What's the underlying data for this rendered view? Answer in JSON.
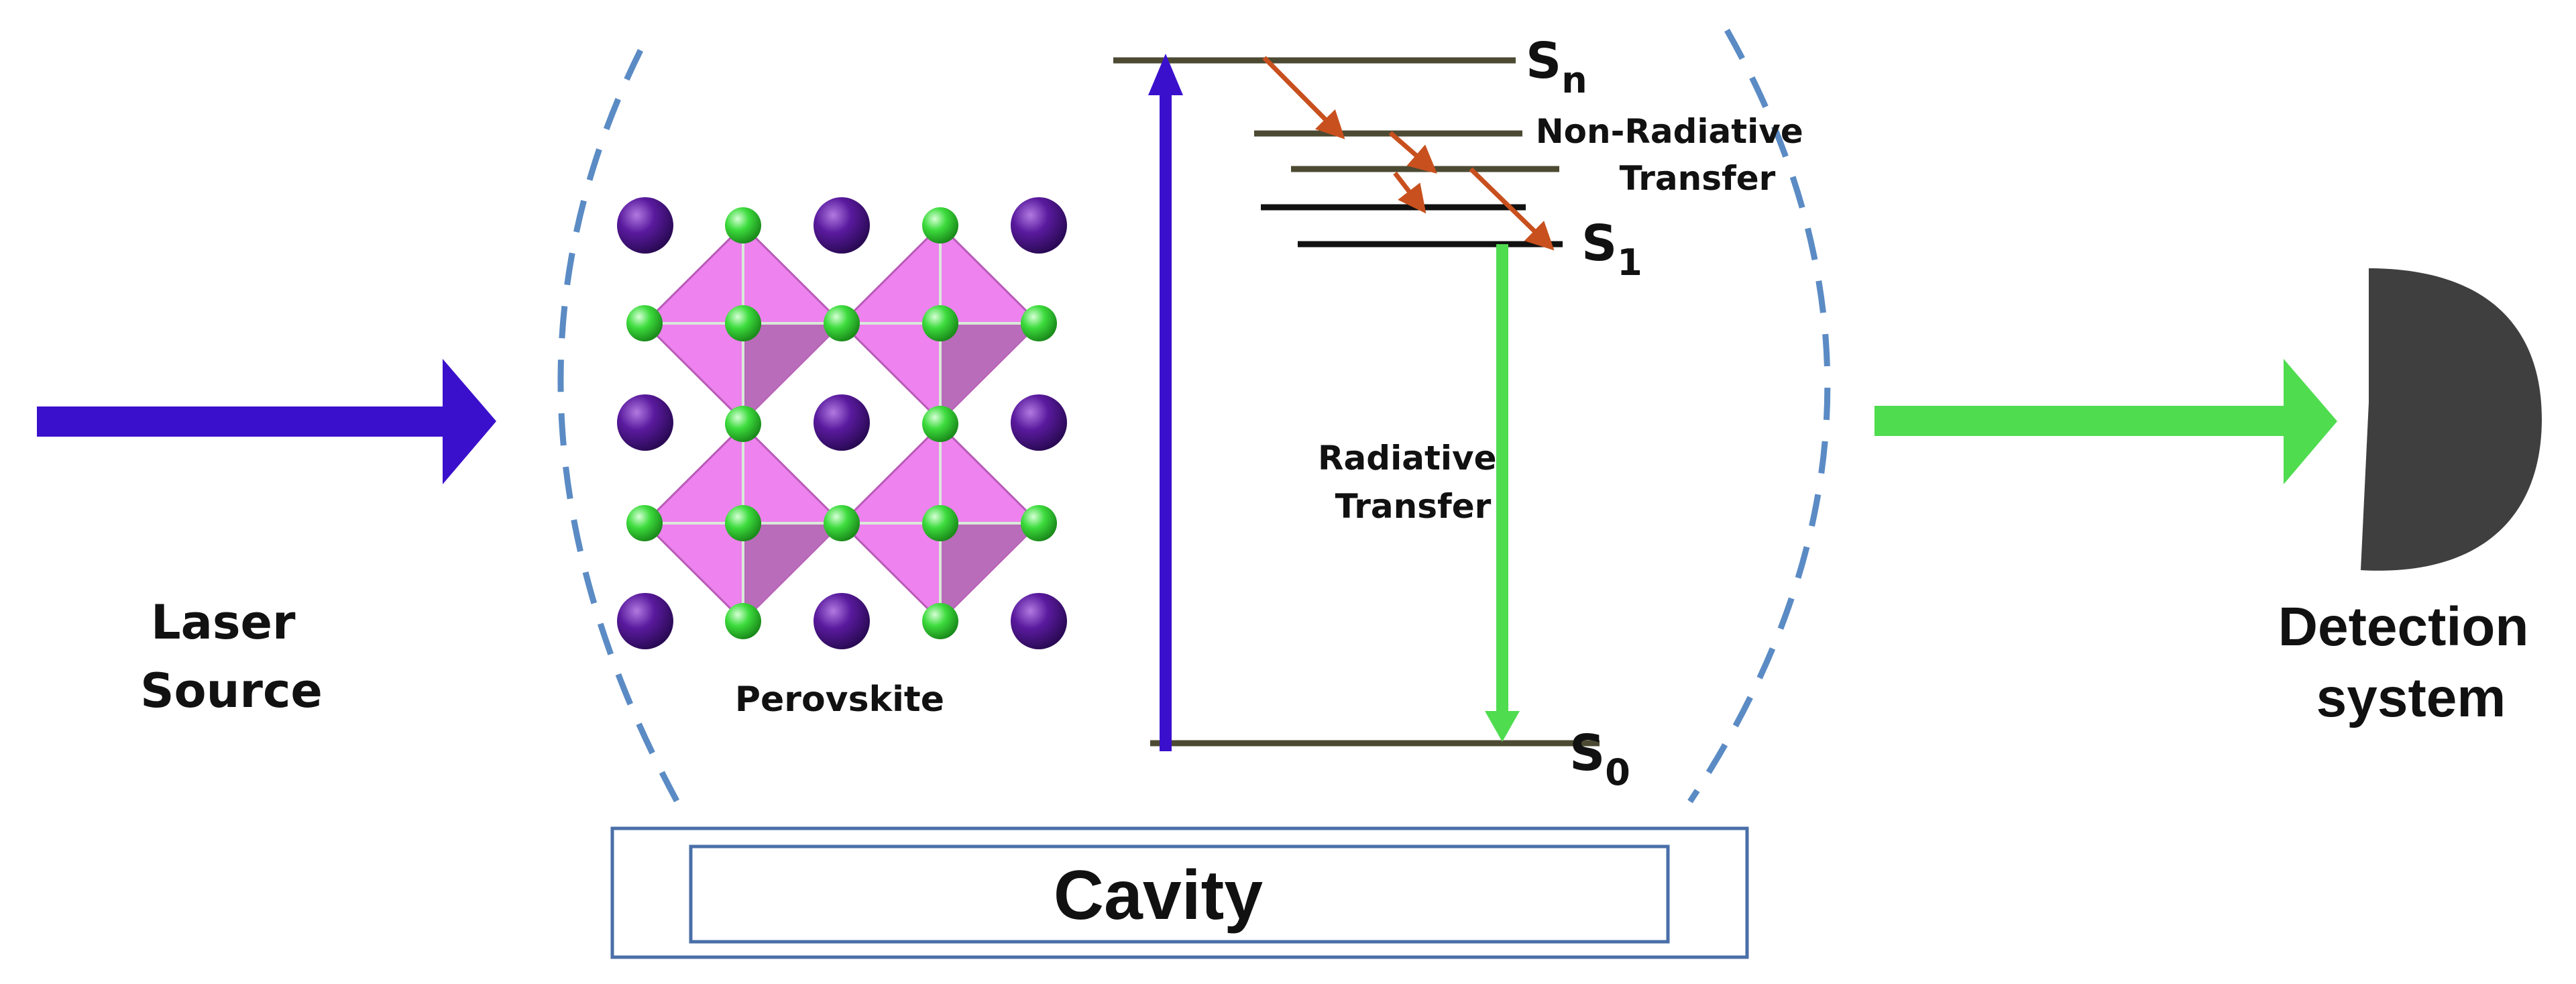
{
  "labels": {
    "laser_line1": "Laser",
    "laser_line2": "Source",
    "perovskite": "Perovskite",
    "state_n_base": "S",
    "state_n_sub": "n",
    "state_1_base": "S",
    "state_1_sub": "1",
    "state_0_base": "S",
    "state_0_sub": "0",
    "nonrad_line1": "Non-Radiative",
    "nonrad_line2": "Transfer",
    "rad_line1": "Radiative",
    "rad_line2": "Transfer",
    "detection_line1": "Detection",
    "detection_line2": "system",
    "cavity": "Cavity"
  },
  "colors": {
    "laser": "#3a10cc",
    "emission": "#4fdc4f",
    "nonradiative": "#c8501e",
    "cavity_dash": "#5b8bc4",
    "cavity_box": "#4a6fa8",
    "detector": "#3f3f3f",
    "level_upper": "#4d4a33",
    "level_lower": "#111111",
    "octahedron": "#ee82ee",
    "halide_atom": "#3ddc3d",
    "a_site_atom": "#5a1a9e"
  },
  "icons": {
    "detector": "detector-icon",
    "crystal": "perovskite-crystal-icon"
  }
}
